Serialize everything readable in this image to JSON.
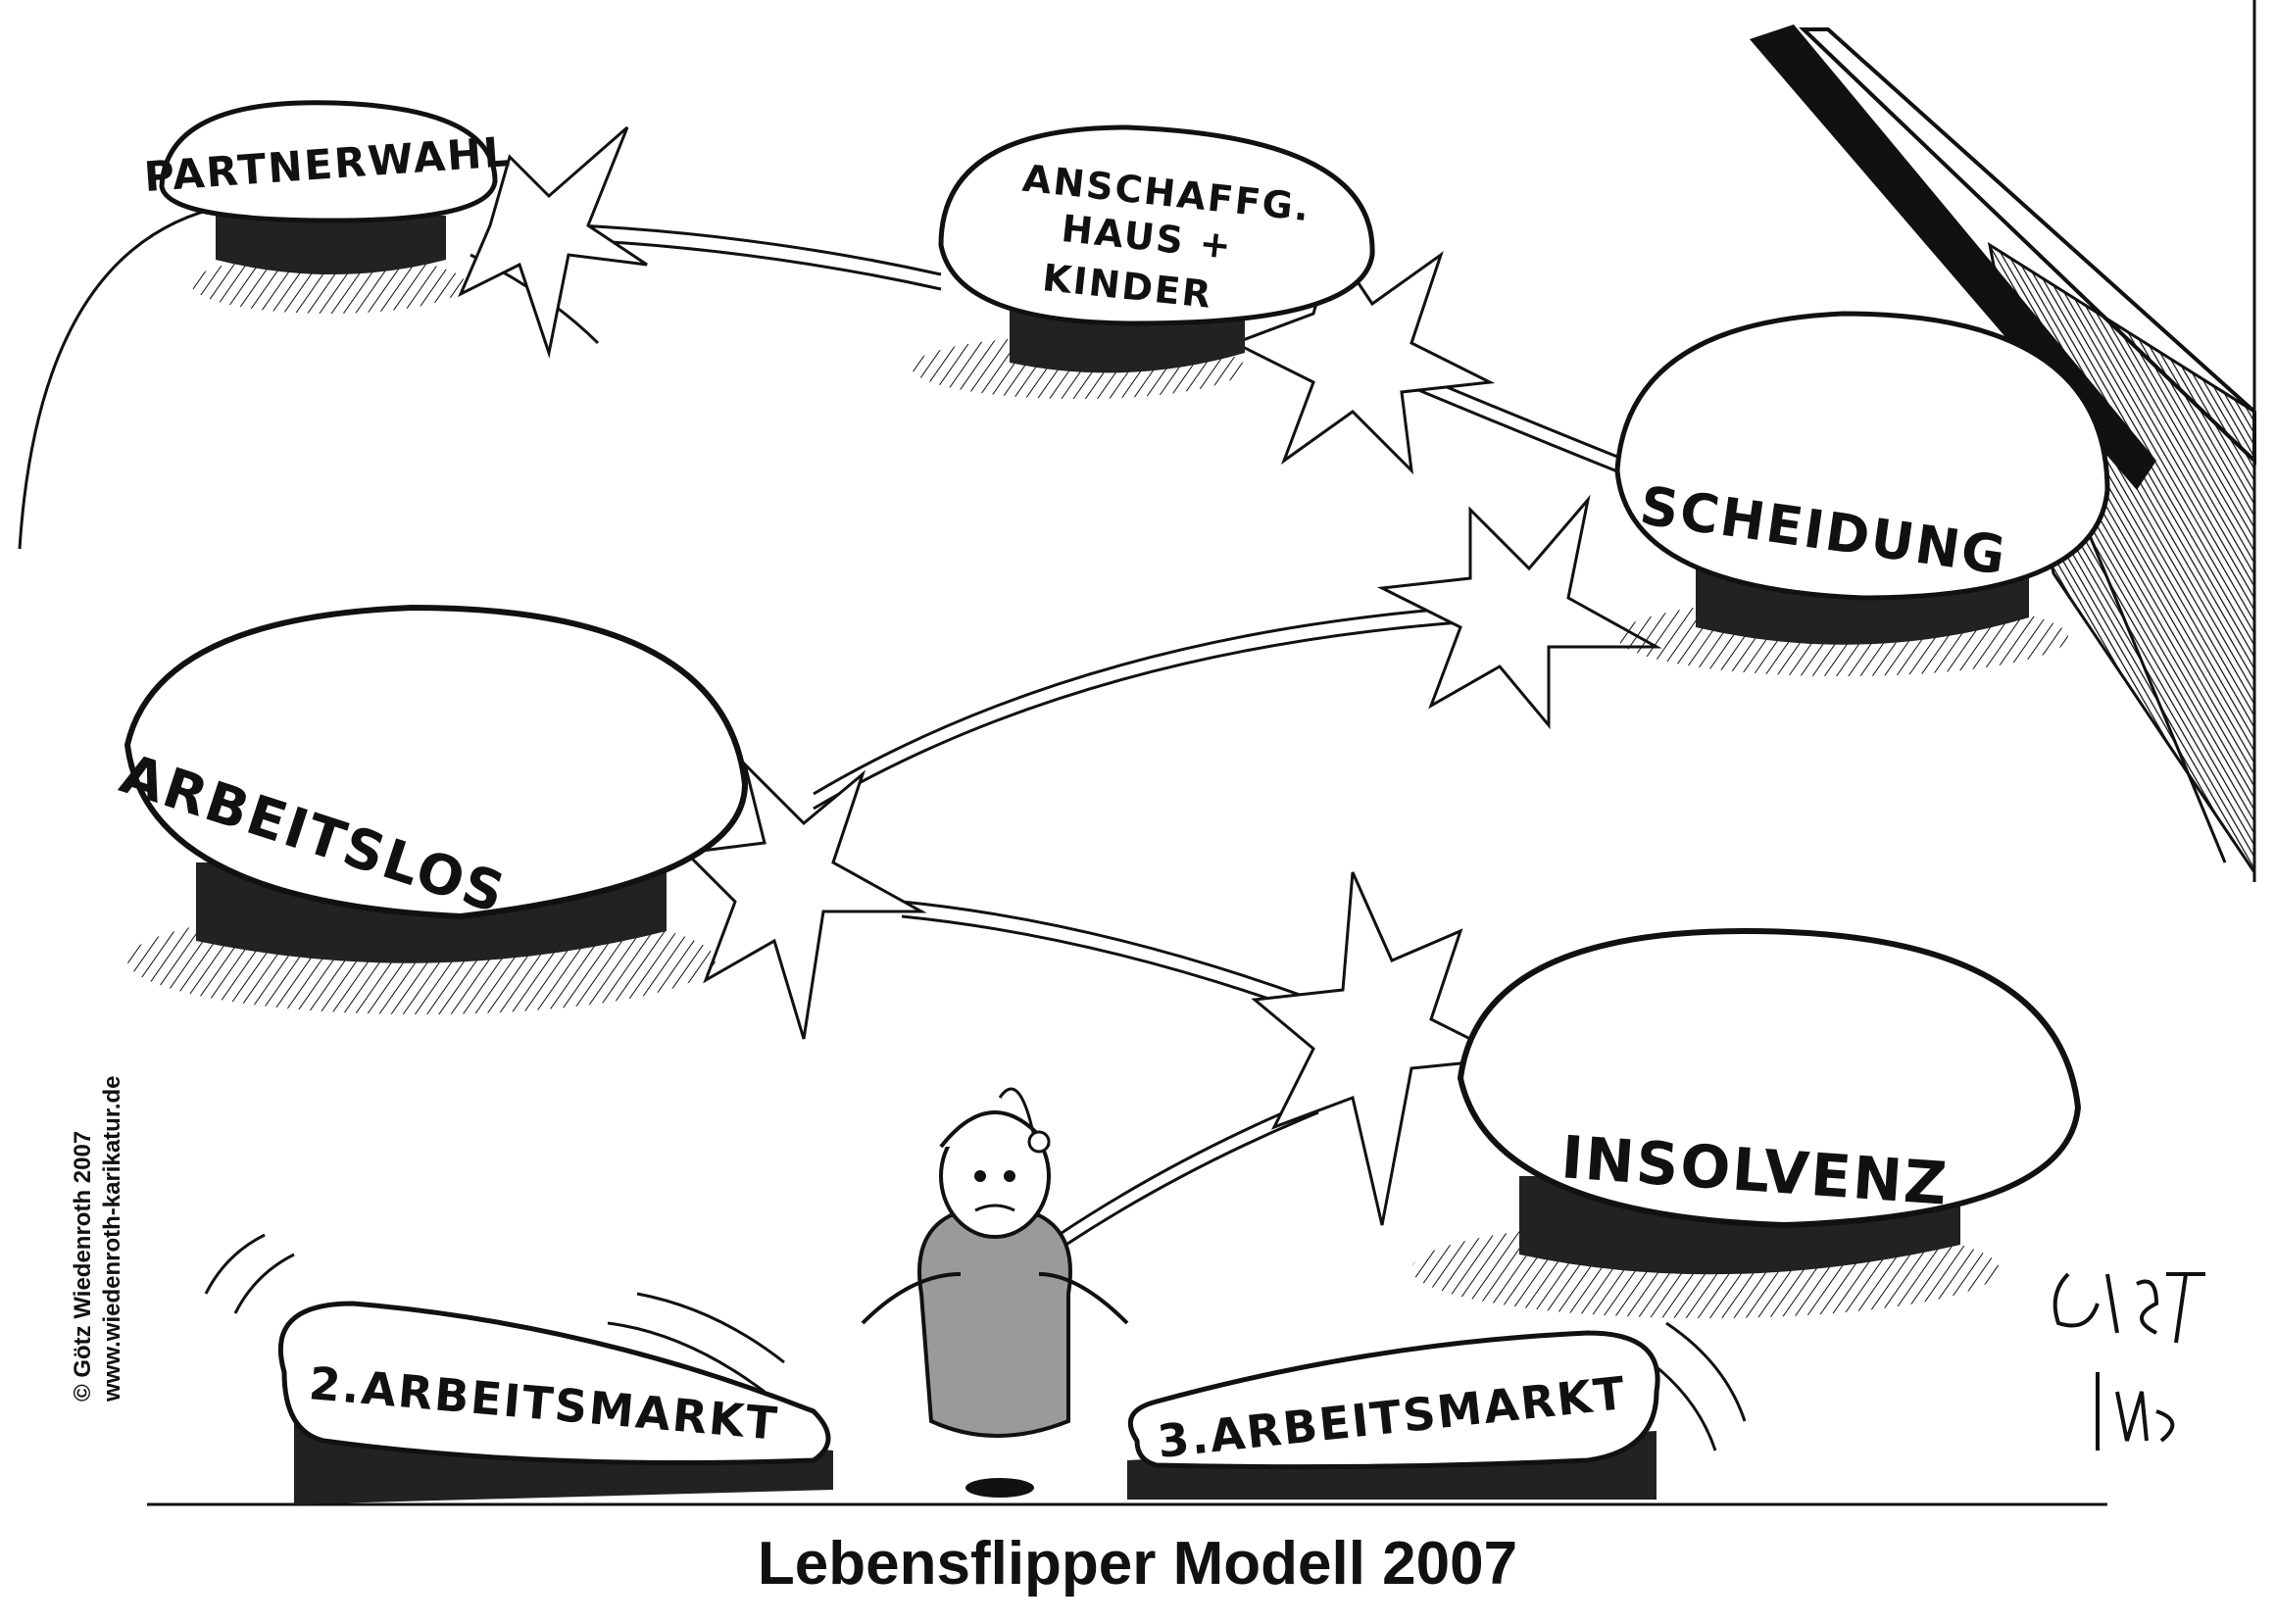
{
  "bumpers": {
    "partnerwahl": "PARTNERWAHL",
    "anschaffung": [
      "ANSCHAFFG.",
      "HAUS +",
      "KINDER"
    ],
    "scheidung": "SCHEIDUNG",
    "arbeitslos": "ARBEITSLOS",
    "insolvenz": "INSOLVENZ"
  },
  "flippers": {
    "left": "2.ARBEITSMARKT",
    "right": "3.ARBEITSMARKT"
  },
  "caption": "Lebensflipper Modell 2007",
  "credit": {
    "copyright": "© Götz Wiedenroth 2007",
    "website": "www.wiedenroth-karikatur.de"
  },
  "colors": {
    "ink": "#111111",
    "paper": "#ffffff",
    "figure_gray": "#9a9a9a"
  }
}
